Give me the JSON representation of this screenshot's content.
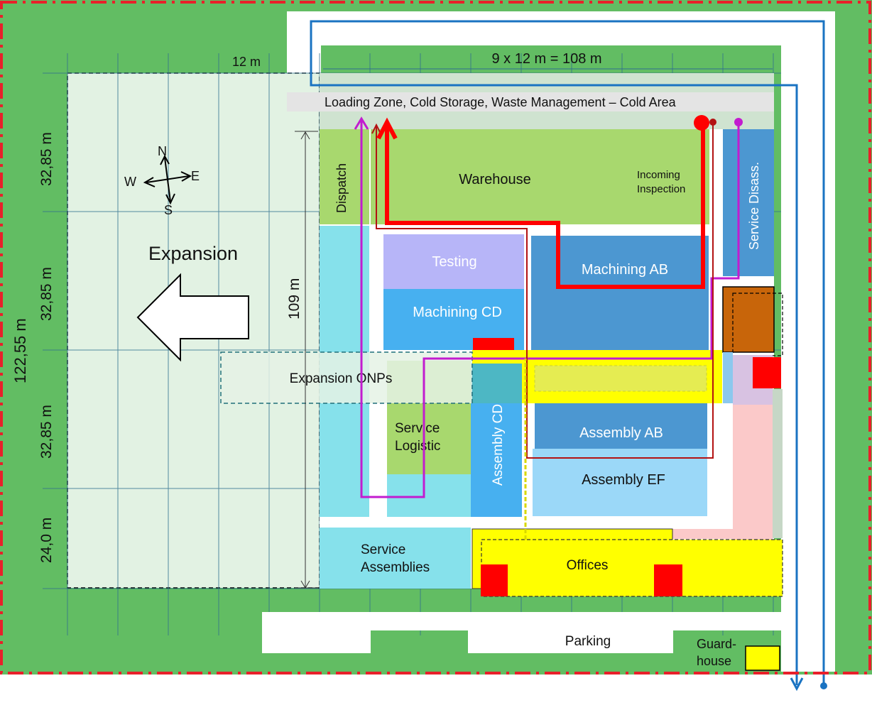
{
  "dimensions": {
    "top_width": "9 x 12 m = 108 m",
    "grid_module": "12 m",
    "total_height": "122,55 m",
    "inner_height": "109 m",
    "rows": [
      "32,85 m",
      "32,85 m",
      "32,85 m",
      "24,0 m"
    ]
  },
  "compass": {
    "n": "N",
    "e": "E",
    "s": "S",
    "w": "W"
  },
  "labels": {
    "expansion": "Expansion",
    "loading_zone": "Loading Zone, Cold Storage, Waste Management  – Cold Area",
    "dispatch": "Dispatch",
    "warehouse": "Warehouse",
    "incoming_1": "Incoming",
    "incoming_2": "Inspection",
    "service_disass": "Service Disass.",
    "testing": "Testing",
    "machining_cd": "Machining CD",
    "machining_ab": "Machining AB",
    "expansion_onps": "Expansion ONPs",
    "service_logistic_1": "Service",
    "service_logistic_2": "Logistic",
    "assembly_cd": "Assembly CD",
    "assembly_ab": "Assembly  AB",
    "assembly_ef": "Assembly EF",
    "service_assemblies_1": "Service",
    "service_assemblies_2": "Assemblies",
    "offices": "Offices",
    "parking": "Parking",
    "guardhouse_1": "Guard-",
    "guardhouse_2": "house"
  },
  "colors": {
    "site_green": "#62bd63",
    "boundary_red": "#e8202a",
    "warehouse_green": "#a8d86e",
    "cyan": "#86e1eb",
    "lavender": "#b7b5f8",
    "blue": "#47b0f0",
    "steel_blue": "#4c97d1",
    "light_blue": "#9bd8f8",
    "yellow": "#ffff00",
    "brown": "#c8650a",
    "pink": "#fbc9c9",
    "red_flow": "#ff0000",
    "magenta_flow": "#c21ccf",
    "blue_flow": "#1a73c2",
    "dark_red": "#b31212"
  }
}
